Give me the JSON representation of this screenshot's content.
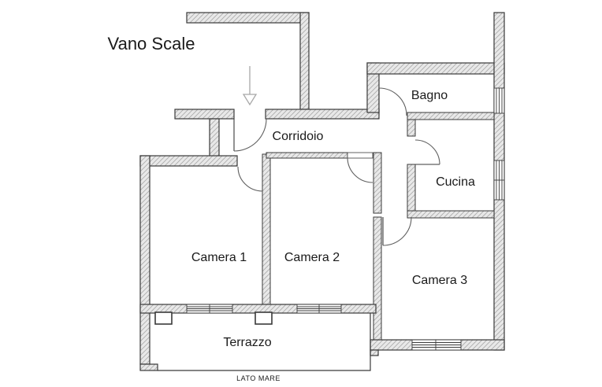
{
  "labels": {
    "vano_scale": "Vano Scale",
    "corridoio": "Corridoio",
    "bagno": "Bagno",
    "cucina": "Cucina",
    "camera1": "Camera 1",
    "camera2": "Camera 2",
    "camera3": "Camera 3",
    "terrazzo": "Terrazzo",
    "lato_mare": "LATO MARE"
  },
  "icons": {
    "stairs_arrow": "down-arrow-into-entrance"
  },
  "colors": {
    "wall_fill": "#e8e8e8",
    "hatch_line": "#ababab",
    "outline": "#3a3a3a",
    "door_arc": "#5f5f5f",
    "arrow": "#a8a8a8",
    "text": "#1a1a1a",
    "background": "#ffffff"
  }
}
